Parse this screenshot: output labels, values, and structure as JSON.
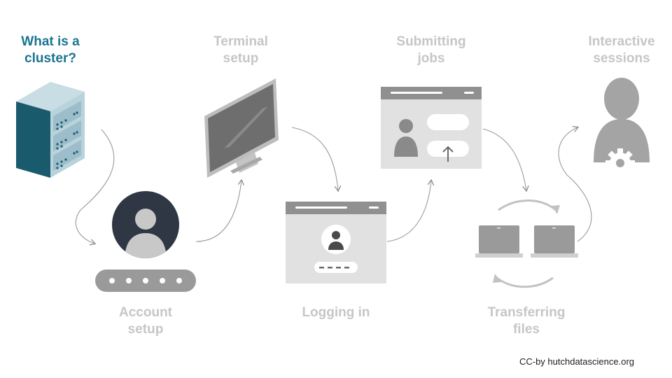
{
  "steps": [
    {
      "line1": "What is a",
      "line2": "cluster?",
      "active": true
    },
    {
      "line1": "Account",
      "line2": "setup",
      "active": false
    },
    {
      "line1": "Terminal",
      "line2": "setup",
      "active": false
    },
    {
      "line1": "Logging in",
      "line2": "",
      "active": false
    },
    {
      "line1": "Submitting",
      "line2": "jobs",
      "active": false
    },
    {
      "line1": "Transferring",
      "line2": "files",
      "active": false
    },
    {
      "line1": "Interactive",
      "line2": "sessions",
      "active": false
    }
  ],
  "credit": "CC-by hutchdatascience.org",
  "colors": {
    "active": "#1a7591",
    "inactive_label": "#c6c6c6",
    "icon_gray": "#9c9c9c",
    "icon_light": "#e0e0e0",
    "server_teal": "#1a5a6d",
    "server_light": "#b9d3dd",
    "avatar_dark": "#2f3644"
  },
  "icons": [
    "server-icon",
    "user-avatar-icon",
    "password-field-icon",
    "monitor-icon",
    "login-window-icon",
    "job-submit-window-icon",
    "laptop-transfer-icon",
    "user-gear-icon"
  ]
}
